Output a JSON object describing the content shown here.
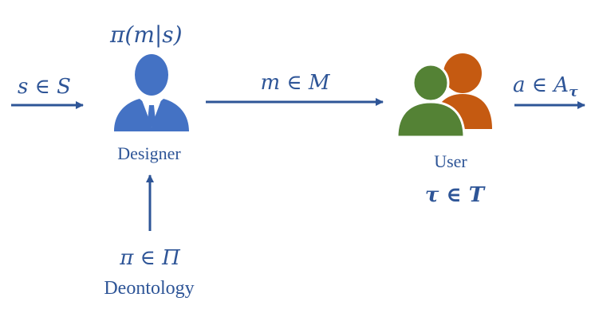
{
  "input_label": "s ∈ S",
  "policy_label": "π(m|s)",
  "message_label": "m ∈ M",
  "action_label_base": "a ∈ A",
  "action_label_sub": "τ",
  "designer_label": "Designer",
  "user_label": "User",
  "user_type_label": "τ ∈ T",
  "deontology_policy_label": "π ∈ Π",
  "deontology_label": "Deontology",
  "icons": {
    "designer": "designer-person-icon",
    "user": "user-group-icon"
  },
  "colors": {
    "primary": "#2e5597",
    "designer_icon": "#4472c4",
    "user_back": "#c55a11",
    "user_front": "#548235"
  }
}
